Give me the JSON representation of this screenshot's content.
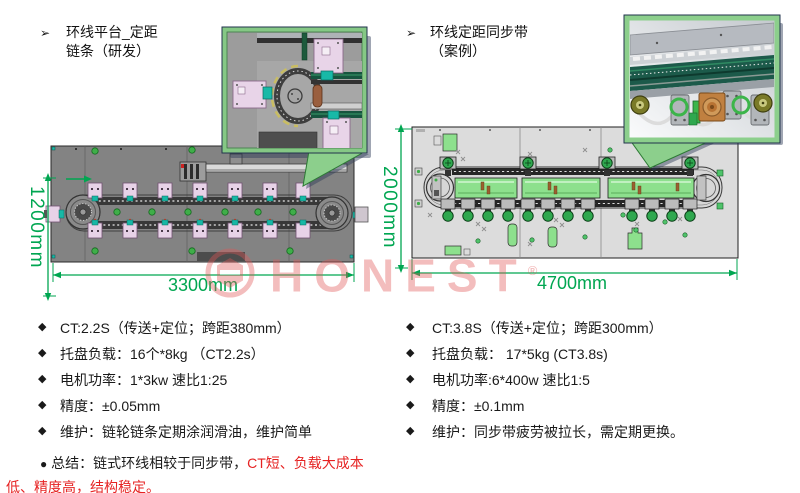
{
  "page": {
    "background": "#ffffff"
  },
  "glyphs": {
    "title_marker": "➢",
    "diamond": "◆",
    "dot": "●"
  },
  "colors": {
    "dimension_green": "#00a651",
    "highlight_red": "#e62222",
    "inset_border_green": "#85c885",
    "watermark_pink": "#e25555"
  },
  "watermark": {
    "text": "HONEST",
    "registered": "®"
  },
  "left_section": {
    "title_line1": "环线平台_定距",
    "title_line2": "链条（研发）",
    "diagram": {
      "dim_width": "3300mm",
      "dim_height": "1200mm"
    },
    "specs": [
      {
        "marker": "◆",
        "text": "CT:2.2S（传送+定位；跨距380mm）"
      },
      {
        "marker": "◆",
        "text": "托盘负载：16个*8kg （CT2.2s）"
      },
      {
        "marker": "◆",
        "text": "电机功率：1*3kw  速比1:25"
      },
      {
        "marker": "◆",
        "text": "精度：±0.05mm"
      },
      {
        "marker": "◆",
        "text": "维护：链轮链条定期涂润滑油，维护简单"
      }
    ],
    "summary": {
      "marker": "●",
      "black": "总结：链式环线相较于同步带，",
      "red": "CT短、负载大成本低、精度高，结构稳定。"
    }
  },
  "right_section": {
    "title_line1": "环线定距同步带",
    "title_line2": "（案例）",
    "diagram": {
      "dim_width": "4700mm",
      "dim_height": "2000mm"
    },
    "specs": [
      {
        "marker": "◆",
        "text": "CT:3.8S（传送+定位；跨距300mm）"
      },
      {
        "marker": "◆",
        "text": "托盘负载： 17*5kg  (CT3.8s)"
      },
      {
        "marker": "◆",
        "text": "电机功率:6*400w  速比1:5"
      },
      {
        "marker": "◆",
        "text": "精度：±0.1mm"
      },
      {
        "marker": "◆",
        "text": "维护：同步带疲劳被拉长，需定期更换。"
      }
    ]
  }
}
